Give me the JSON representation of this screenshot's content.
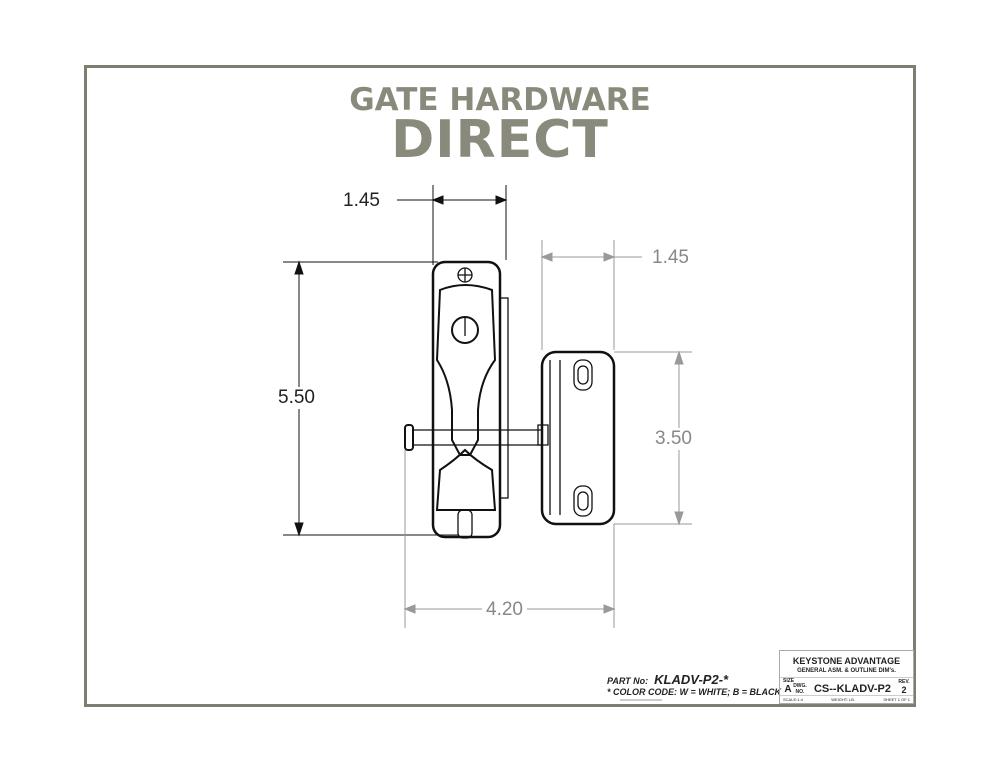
{
  "logo": {
    "line1": "GATE HARDWARE",
    "line2": "DIRECT"
  },
  "dimensions": {
    "top_width": "1.45",
    "right_width": "1.45",
    "height_left": "5.50",
    "height_right": "3.50",
    "bottom_width": "4.20"
  },
  "part": {
    "label": "PART No:",
    "number": "KLADV-P2-*",
    "color_code": "* COLOR CODE:  W = WHITE;  B = BLACK"
  },
  "title_block": {
    "company": "KEYSTONE ADVANTAGE",
    "title": "GENERAL ASM. & OUTLINE DIM's.",
    "size_label": "SIZE",
    "size": "A",
    "dwg_label": "DWG. NO.",
    "dwg_no": "CS--KLADV-P2",
    "rev_label": "REV.",
    "rev": "2",
    "scale": "SCALE:1:4",
    "weight": "WEIGHT:  LB.",
    "sheet": "SHEET 1 OF 1"
  }
}
